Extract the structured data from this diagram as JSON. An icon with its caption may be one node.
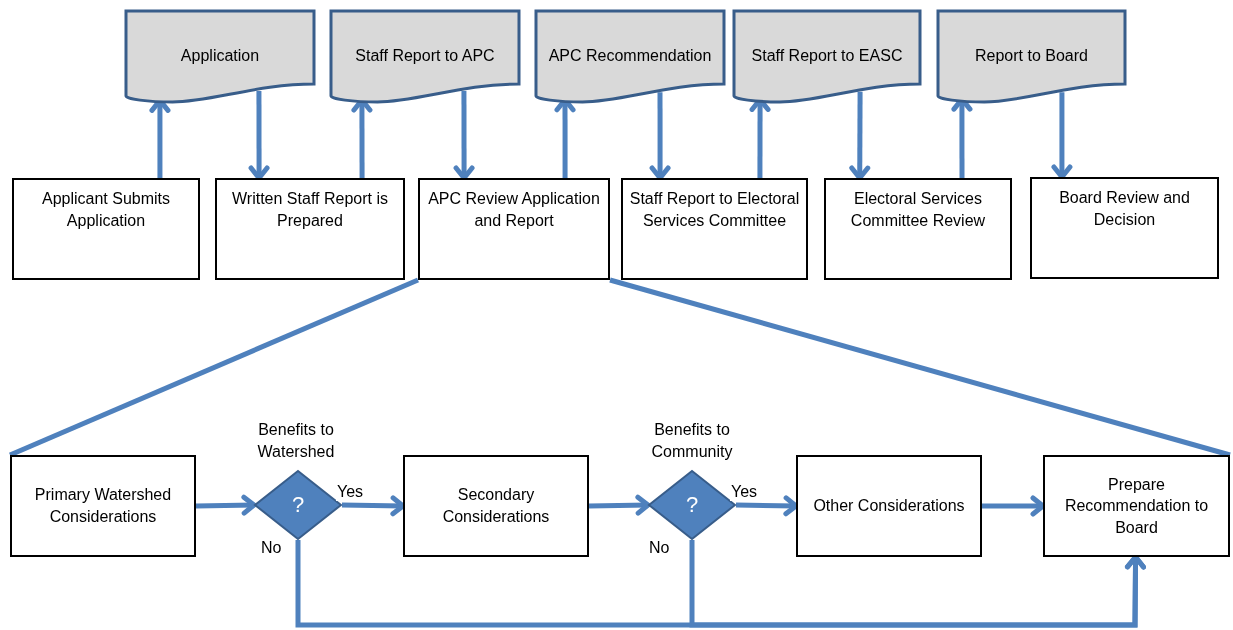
{
  "diagram": {
    "nodes": [
      {
        "text": [
          "Application"
        ]
      },
      {
        "text": [
          "Staff Report to APC"
        ]
      },
      {
        "text": [
          "APC Recommendation"
        ]
      },
      {
        "text": [
          "Staff Report to EASC"
        ]
      },
      {
        "text": [
          "Report to Board"
        ]
      },
      {
        "text": [
          "Applicant Submits Application"
        ]
      },
      {
        "text": [
          "Written Staff Report is Prepared"
        ]
      },
      {
        "text": [
          "APC Review Application and Report"
        ]
      },
      {
        "text": [
          "Staff Report to Electoral Services Committee"
        ]
      },
      {
        "text": [
          "Electoral Services Committee Review"
        ]
      },
      {
        "text": [
          "Board Review and Decision"
        ]
      },
      {
        "text": [
          "Primary Watershed Considerations"
        ]
      },
      {
        "text": [
          "?"
        ],
        "beside": [
          "Benefits to Watershed"
        ]
      },
      {
        "text": [
          "Secondary Considerations"
        ]
      },
      {
        "text": [
          "?"
        ],
        "beside": [
          "Benefits to Community"
        ]
      },
      {
        "text": [
          "Other Considerations"
        ]
      },
      {
        "text": [
          "Prepare Recommendation to Board"
        ]
      }
    ],
    "edges": [
      {
        "from": 5,
        "to": 0,
        "arrow": "to"
      },
      {
        "from": 0,
        "to": 6,
        "arrow": "to"
      },
      {
        "from": 6,
        "to": 1,
        "arrow": "to"
      },
      {
        "from": 1,
        "to": 7,
        "arrow": "to"
      },
      {
        "from": 7,
        "to": 2,
        "arrow": "to"
      },
      {
        "from": 2,
        "to": 8,
        "arrow": "to"
      },
      {
        "from": 8,
        "to": 3,
        "arrow": "to"
      },
      {
        "from": 3,
        "to": 9,
        "arrow": "to"
      },
      {
        "from": 9,
        "to": 4,
        "arrow": "to"
      },
      {
        "from": 4,
        "to": 10,
        "arrow": "to"
      },
      {
        "from": 7,
        "to": 11,
        "arrow": "none"
      },
      {
        "from": 7,
        "to": 16,
        "arrow": "none"
      },
      {
        "from": 11,
        "to": 12,
        "arrow": "to"
      },
      {
        "from": 12,
        "to": 13,
        "arrow": "to",
        "label": "Yes"
      },
      {
        "from": 13,
        "to": 14,
        "arrow": "to"
      },
      {
        "from": 14,
        "to": 15,
        "arrow": "to",
        "label": "Yes"
      },
      {
        "from": 15,
        "to": 16,
        "arrow": "to"
      },
      {
        "from": 12,
        "to": 16,
        "arrow": "to",
        "label": "No"
      },
      {
        "from": 14,
        "to": 16,
        "arrow": "to",
        "label": "No"
      }
    ]
  }
}
